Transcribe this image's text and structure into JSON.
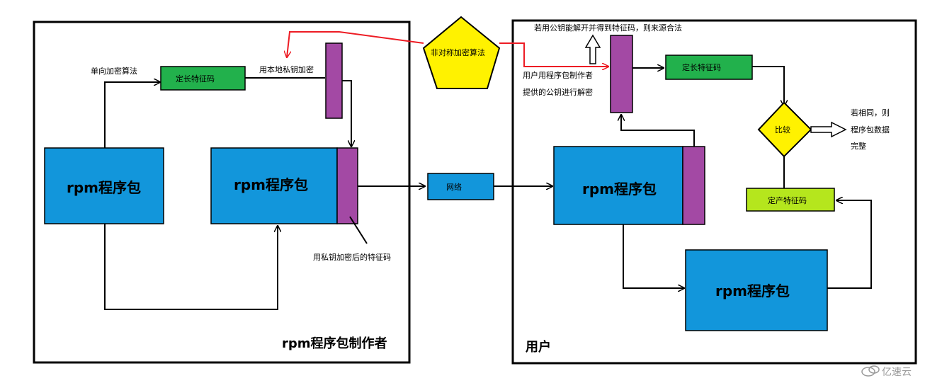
{
  "producer": {
    "title": "rpm程序包制作者",
    "rpm_left": "rpm程序包",
    "rpm_right": "rpm程序包",
    "one_way_hash": "单向加密算法",
    "fixed_signature": "定长特征码",
    "local_private_key": "用本地私钥加密",
    "encrypted_signature": "用私钥加密后的特征码"
  },
  "asymmetric": "非对称加密算法",
  "network": "网络",
  "user": {
    "title": "用户",
    "decrypt_note_line1": "用户用程序包制作者",
    "decrypt_note_line2": "提供的公钥进行解密",
    "source_legit": "若用公钥能解开并得到特征码，则来源合法",
    "fixed_signature": "定长特征码",
    "generate_signature": "定产特征码",
    "compare": "比较",
    "result_line1": "若相同，则",
    "result_line2": "程序包数据",
    "result_line3": "完整",
    "rpm_top": "rpm程序包",
    "rpm_bottom": "rpm程序包"
  },
  "watermark": "亿速云",
  "colors": {
    "blue": "#1296db",
    "green": "#22b14c",
    "lime": "#b5e61d",
    "purple": "#a349a4",
    "yellow": "#fff200",
    "red": "#ed1c24"
  }
}
